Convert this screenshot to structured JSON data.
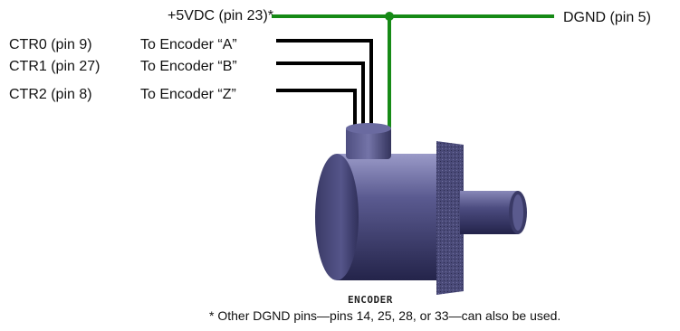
{
  "power": {
    "vdc_label": "+5VDC (pin 23)*",
    "dgnd_label": "DGND (pin 5)"
  },
  "counters": [
    {
      "pin_label": "CTR0 (pin 9)",
      "encoder_label": "To Encoder “A”"
    },
    {
      "pin_label": "CTR1 (pin 27)",
      "encoder_label": "To Encoder “B”"
    },
    {
      "pin_label": "CTR2 (pin 8)",
      "encoder_label": "To Encoder “Z”"
    }
  ],
  "encoder": {
    "caption": "ENCODER"
  },
  "footnote": "* Other DGND pins—pins 14, 25, 28, or 33—can also be used.",
  "colors": {
    "power_wire": "#168a16",
    "signal_wire": "#000000",
    "encoder_body": "#4a4a7c",
    "encoder_dark": "#26264a",
    "encoder_light": "#8a8ab8"
  }
}
